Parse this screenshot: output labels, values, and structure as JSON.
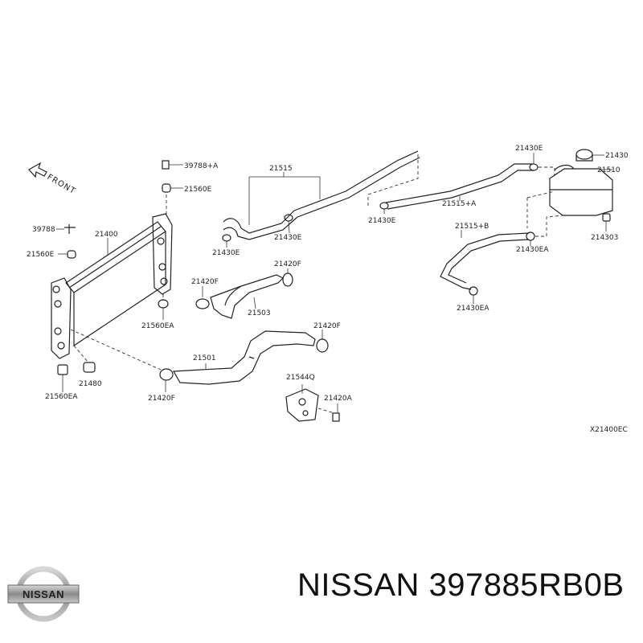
{
  "diagram": {
    "front_label": "FRONT",
    "ref_code": "X21400EC",
    "labels": {
      "p39788A": "39788+A",
      "p21560E_top": "21560E",
      "p39788": "39788",
      "p21400": "21400",
      "p21560E_left": "21560E",
      "p21515": "21515",
      "p21430E_a": "21430E",
      "p21430E_b": "21430E",
      "p21430E_c": "21430E",
      "p21430E_d": "21430E",
      "p21430": "21430",
      "p21510": "21510",
      "p21515A": "21515+A",
      "p21515B": "21515+B",
      "p21430EA_right": "21430EA",
      "p21430EA_lower": "21430EA",
      "p214303": "214303",
      "p21420F_a": "21420F",
      "p21420F_b": "21420F",
      "p21420F_c": "21420F",
      "p21420F_d": "21420F",
      "p21503": "21503",
      "p21560EA_mid": "21560EA",
      "p21501": "21501",
      "p21544Q": "21544Q",
      "p21420A": "21420A",
      "p21480": "21480",
      "p21560EA_bot": "21560EA"
    }
  },
  "logo": {
    "text": "NISSAN"
  },
  "footer": {
    "brand": "NISSAN",
    "part_number": "397885RB0B",
    "separator": " "
  }
}
